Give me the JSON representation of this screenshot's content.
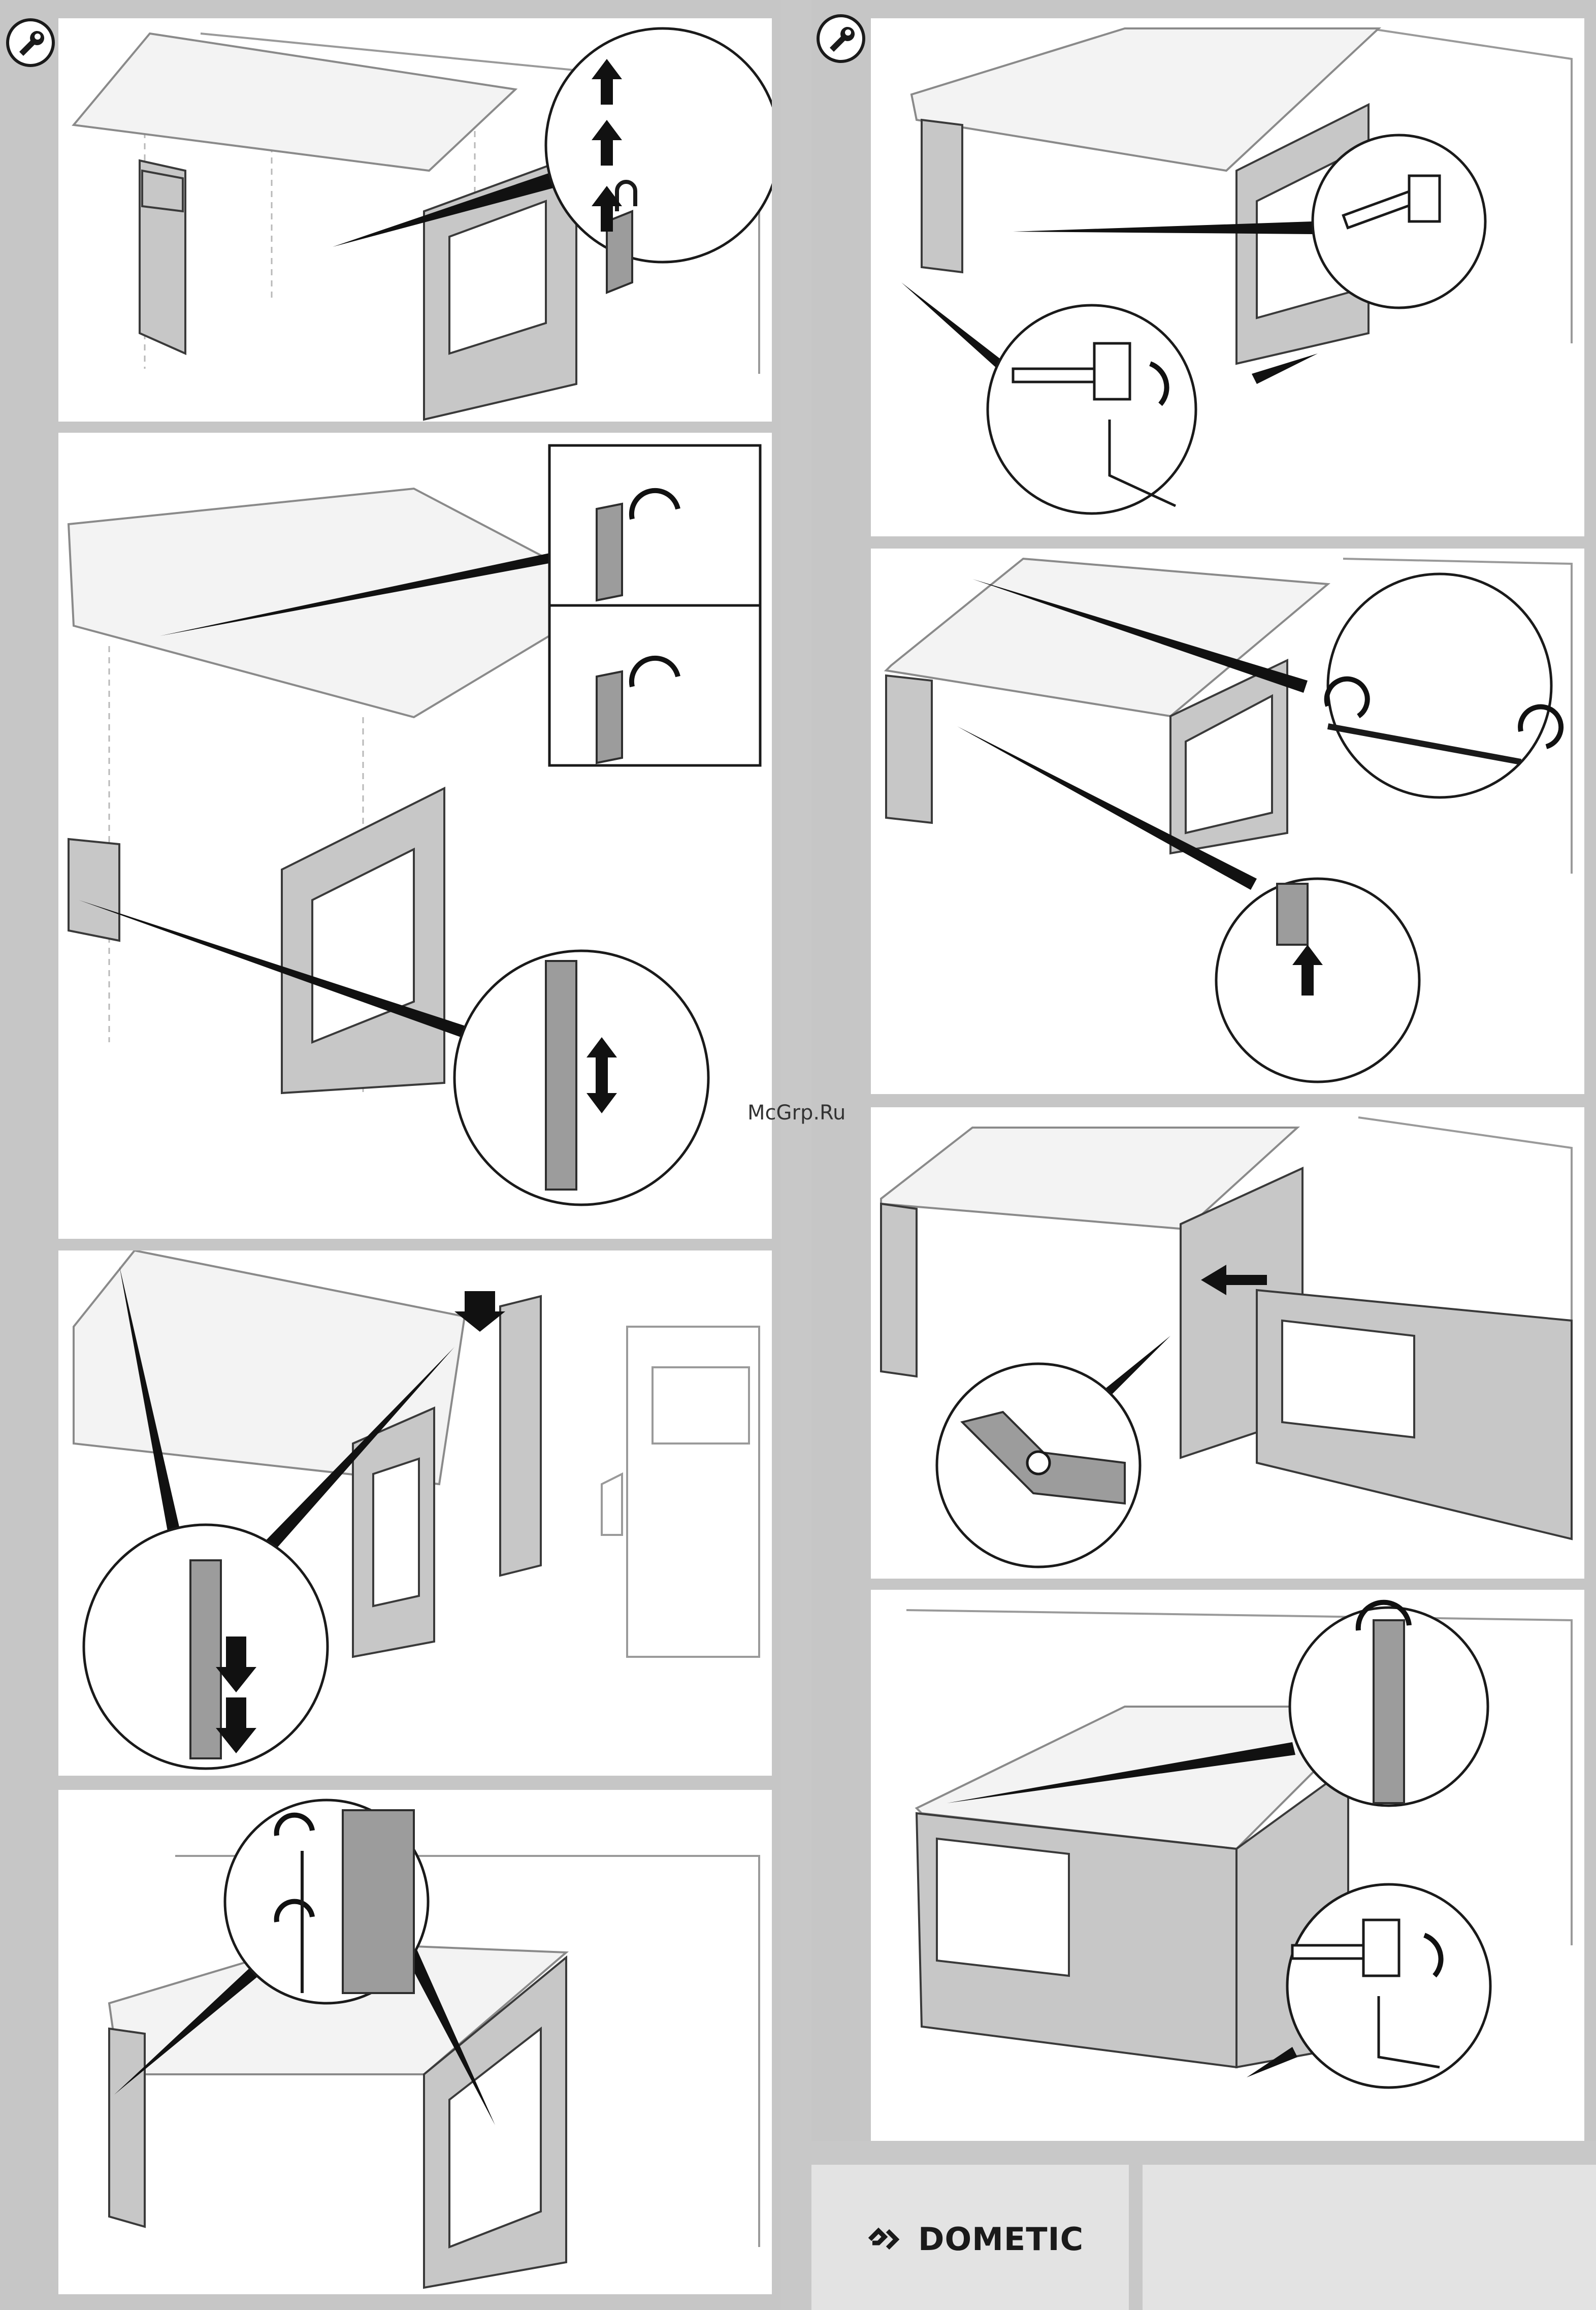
{
  "watermark": "McGrp.Ru",
  "brand": {
    "name": "DOMETIC"
  },
  "icons": {
    "tool": "wrench-icon",
    "brand_mark": "dometic-logo-icon"
  },
  "steps": [
    {
      "id": "step-1",
      "column": "left",
      "icon": "up-arrow-icon"
    },
    {
      "id": "step-2",
      "column": "left",
      "icon": "rotate-arrow-icon"
    },
    {
      "id": "step-3",
      "column": "left",
      "icon": "down-arrow-icon"
    },
    {
      "id": "step-4",
      "column": "left",
      "icon": "rotate-arrow-icon"
    },
    {
      "id": "step-5",
      "column": "right",
      "icon": "hammer-icon"
    },
    {
      "id": "step-6",
      "column": "right",
      "icon": "rotate-arrow-icon"
    },
    {
      "id": "step-7",
      "column": "right",
      "icon": "left-arrow-icon"
    },
    {
      "id": "step-8",
      "column": "right",
      "icon": "hammer-icon"
    }
  ],
  "colors": {
    "panel_bg": "#ffffff",
    "page_bg": "#c8c8c8",
    "wall": "#c7c7c7",
    "ink": "#1a1a1a"
  }
}
